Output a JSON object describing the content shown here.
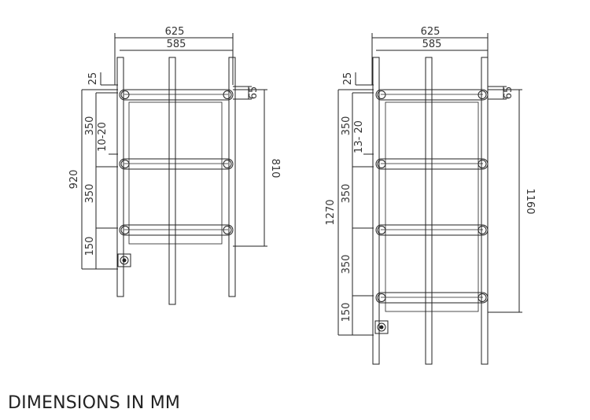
{
  "caption": "DIMENSIONS IN MM",
  "small_rail": {
    "overall_width": "625",
    "rail_width": "585",
    "top_offset": "25",
    "bar_depth": "65",
    "spacing_upper": "350",
    "spacing_lower": "350",
    "adjust_range": "10-20",
    "bottom_offset": "150",
    "total_height": "920",
    "frame_height": "810"
  },
  "large_rail": {
    "overall_width": "625",
    "rail_width": "585",
    "top_offset": "25",
    "bar_depth": "65",
    "spacing_1": "350",
    "spacing_2": "350",
    "spacing_3": "350",
    "adjust_range": "13- 20",
    "bottom_offset": "150",
    "total_height": "1270",
    "frame_height": "1160"
  }
}
